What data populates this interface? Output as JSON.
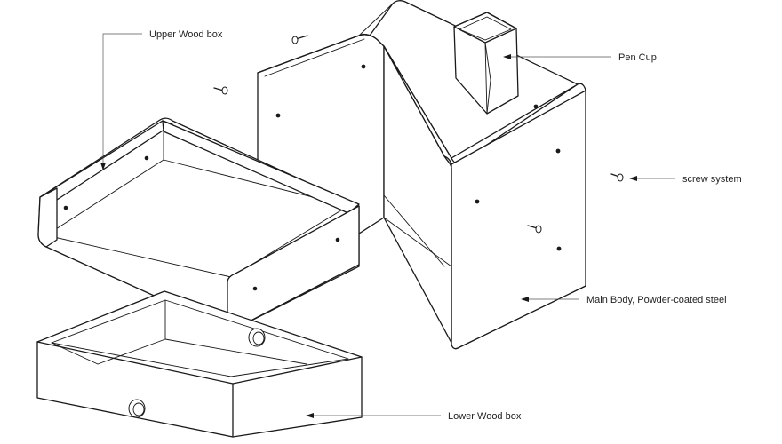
{
  "labels": {
    "upper_wood_box": "Upper Wood box",
    "pen_cup": "Pen Cup",
    "screw_system": "screw system",
    "main_body": "Main Body, Powder-coated steel",
    "lower_wood_box": "Lower Wood box"
  },
  "colors": {
    "line": "#1a1a1a",
    "background": "#ffffff"
  }
}
